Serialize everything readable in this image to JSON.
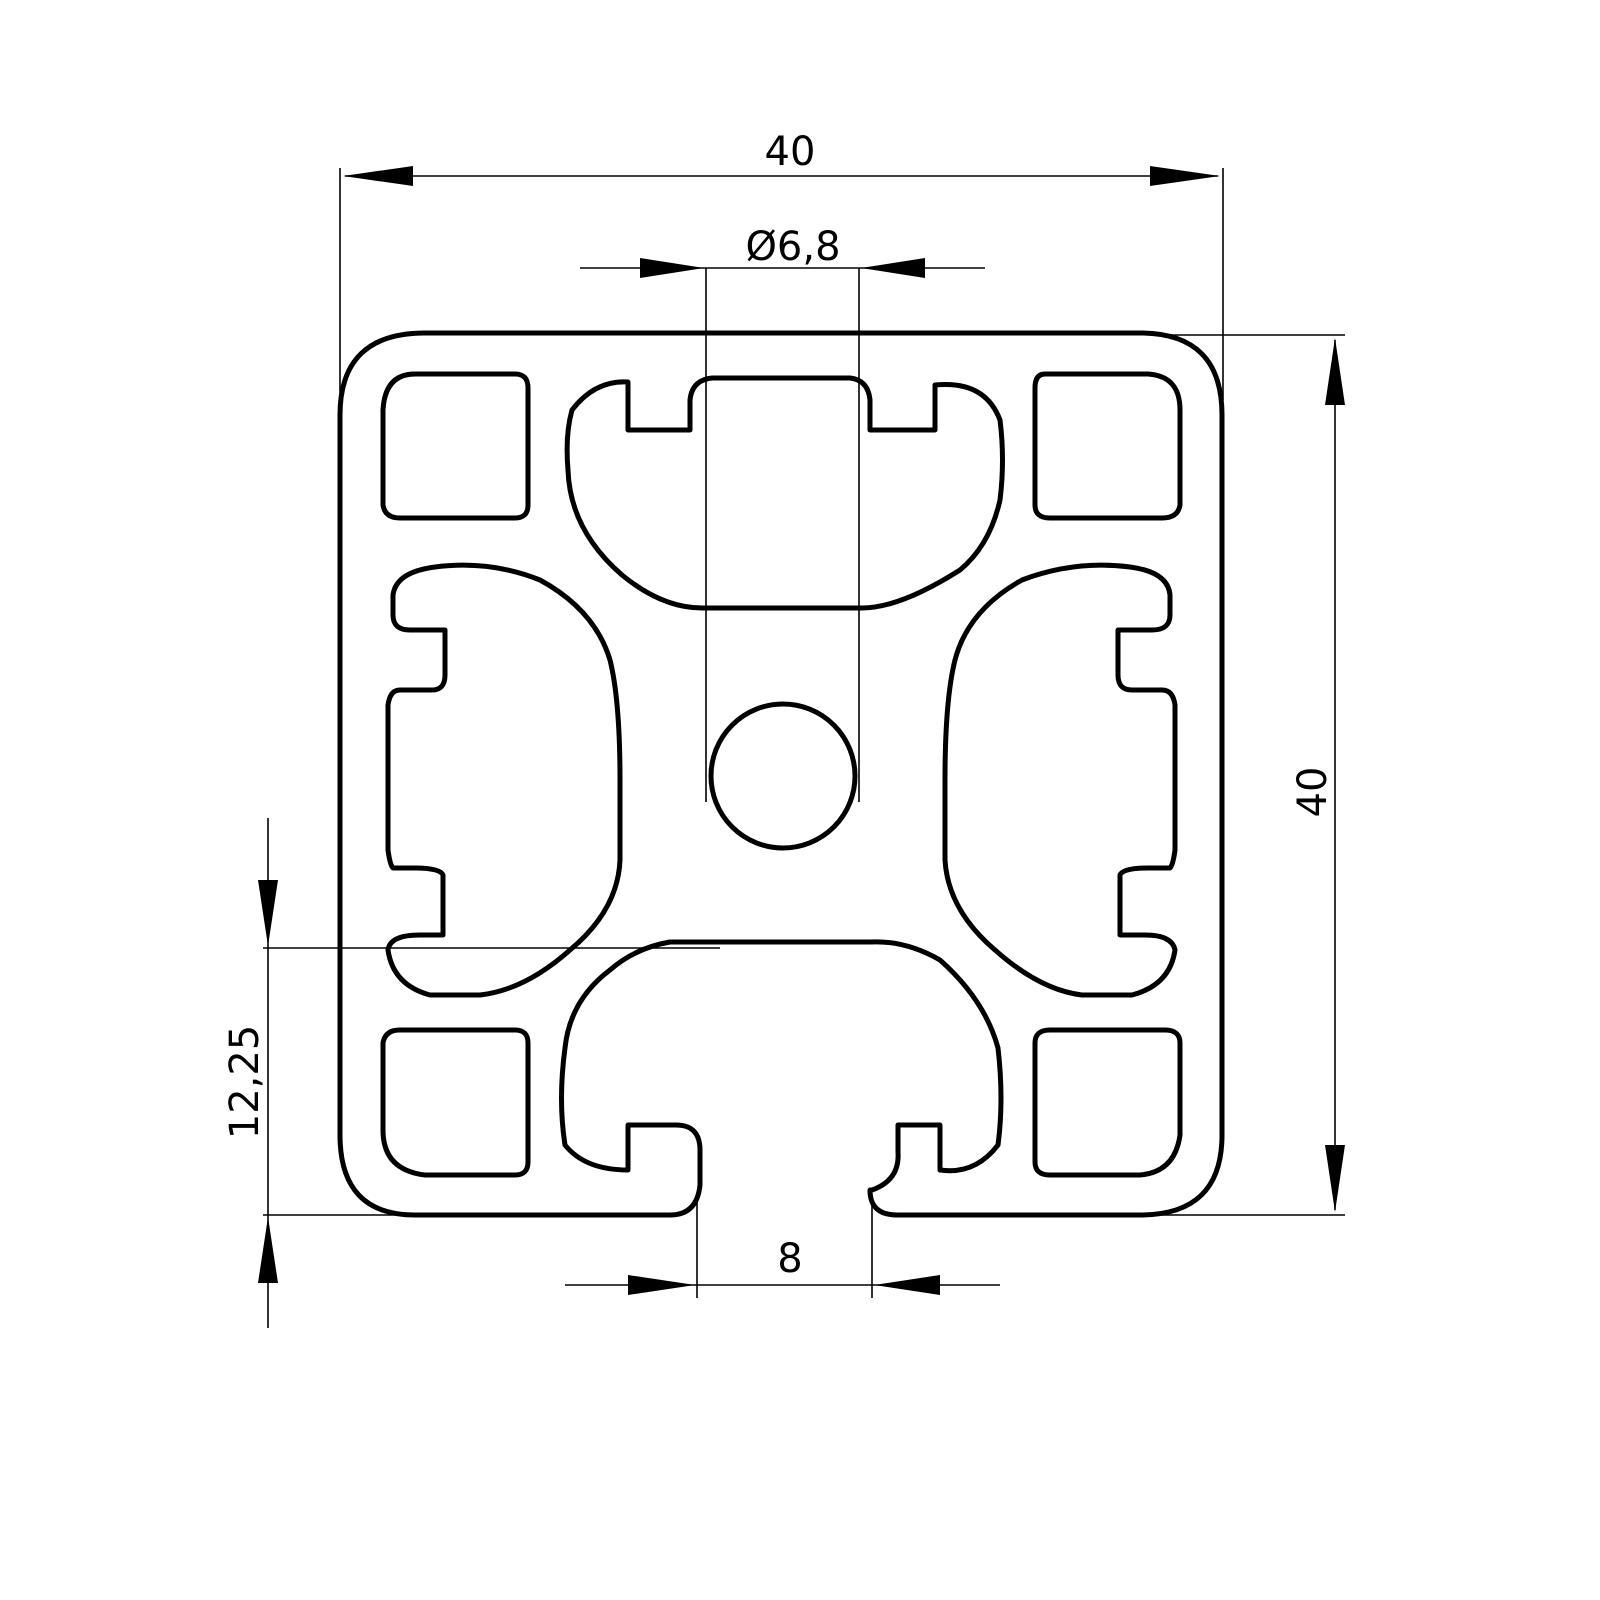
{
  "drawing": {
    "dimensions": {
      "overall_width": "40",
      "overall_height": "40",
      "core_bore_symbol": "Ø",
      "core_bore_value": "6,8",
      "slot_opening": "8",
      "slot_depth": "12,25"
    },
    "colors": {
      "line": "#000000",
      "background": "#ffffff"
    }
  }
}
